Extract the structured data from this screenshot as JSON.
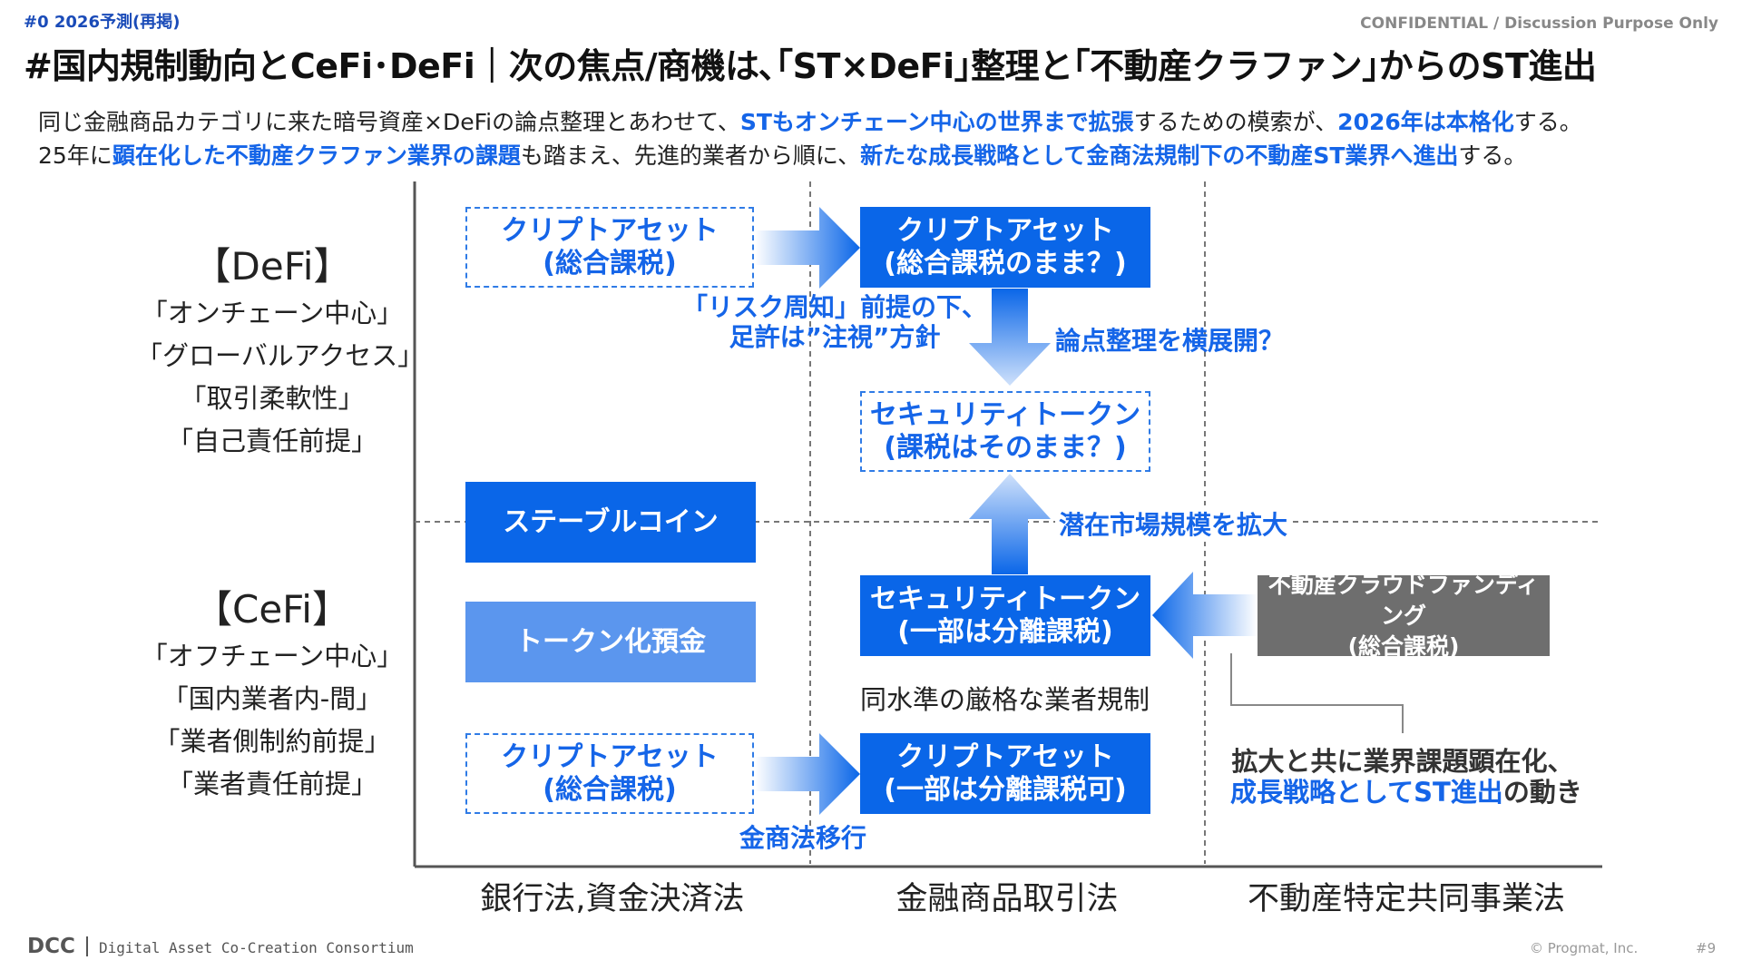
{
  "header": {
    "tag": "#0 2026予測(再掲)",
    "confidential": "CONFIDENTIAL / Discussion Purpose Only",
    "title": "#国内規制動向とCeFi･DeFi｜次の焦点/商機は､｢ST×DeFi｣整理と｢不動産クラファン｣からのST進出"
  },
  "lead": {
    "l1a": "同じ金融商品カテゴリに来た暗号資産×DeFiの論点整理とあわせて、",
    "l1b": "STもオンチェーン中心の世界まで拡張",
    "l1c": "するための模索が、",
    "l1d": "2026年は本格化",
    "l1e": "する。",
    "l2a": "25年に",
    "l2b": "顕在化した不動産クラファン業界の課題",
    "l2c": "も踏まえ、先進的業者から順に、",
    "l2d": "新たな成長戦略として金商法規制下の不動産ST業界へ進出",
    "l2e": "する。"
  },
  "rows": {
    "defi": {
      "title": "【DeFi】",
      "items": [
        "「オンチェーン中心」",
        "「グローバルアクセス」",
        "「取引柔軟性」",
        "「自己責任前提」"
      ]
    },
    "cefi": {
      "title": "【CeFi】",
      "items": [
        "「オフチェーン中心」",
        "「国内業者内-間」",
        "「業者側制約前提」",
        "「業者責任前提」"
      ]
    }
  },
  "boxes": {
    "crypto_defi_dashed": [
      "クリプトアセット",
      "(総合課税)"
    ],
    "crypto_defi_solid": [
      "クリプトアセット",
      "(総合課税のまま？)"
    ],
    "st_dashed": [
      "セキュリティトークン",
      "(課税はそのまま？)"
    ],
    "stablecoin": "ステーブルコイン",
    "st_solid": [
      "セキュリティトークン",
      "(一部は分離課税)"
    ],
    "realestate_cf": [
      "不動産クラウドファンディング",
      "(総合課税)"
    ],
    "token_deposit": "トークン化預金",
    "crypto_cefi_dashed": [
      "クリプトアセット",
      "(総合課税)"
    ],
    "crypto_cefi_solid": [
      "クリプトアセット",
      "(一部は分離課税可)"
    ]
  },
  "notes": {
    "risk": [
      "「リスク周知」前提の下、",
      "足許は”注視”方針"
    ],
    "horizontal": "論点整理を横展開？",
    "market": "潜在市場規模を拡大",
    "same_level": "同水準の厳格な業者規制",
    "fiea_move": "金商法移行",
    "callout_l1": "拡大と共に業界課題顕在化、",
    "callout_l2a": "成長戦略としてST進出",
    "callout_l2b": "の動き"
  },
  "axis": {
    "col1": "銀行法,資金決済法",
    "col2": "金融商品取引法",
    "col3": "不動産特定共同事業法"
  },
  "footer": {
    "logo": "DCC",
    "consortium": "Digital Asset Co-Creation Consortium",
    "copyright": "© Progmat, Inc.",
    "page": "#9"
  },
  "colors": {
    "accent": "#1565e8",
    "box_solid": "#0a66e8",
    "box_light": "#5b96ee",
    "box_gray": "#6e6e6e"
  }
}
